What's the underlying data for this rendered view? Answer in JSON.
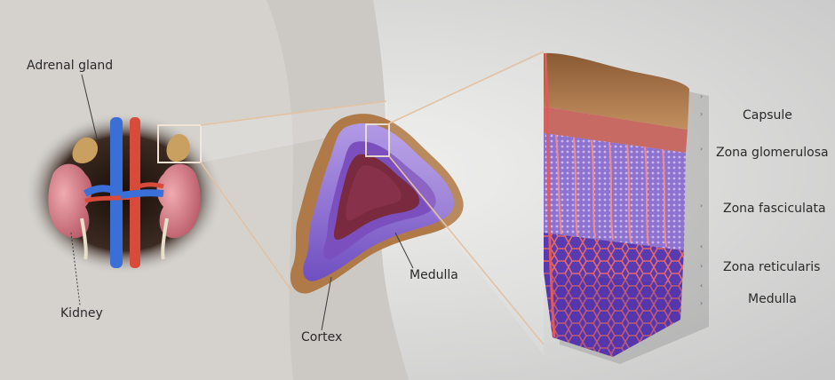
{
  "labels": {
    "adrenal_gland": "Adrenal gland",
    "kidney": "Kidney",
    "cortex": "Cortex",
    "medulla_mid": "Medulla",
    "capsule": "Capsule",
    "zona_glomerulosa": "Zona glomerulosa",
    "zona_fasciculata": "Zona fasciculata",
    "zona_reticularis": "Zona reticularis",
    "medulla_right": "Medulla"
  },
  "colors": {
    "background": "#e2e2e2",
    "skin": "#d9d7d4",
    "capsule_fat": "#a87a4e",
    "cortex_purple": "#9d7fd6",
    "medulla_dark": "#7a2a3e",
    "kidney_pink": "#d9828c",
    "vein_blue": "#3a6fd8",
    "artery_red": "#d84a3a",
    "zoom_lines": "#e3c2a4"
  }
}
